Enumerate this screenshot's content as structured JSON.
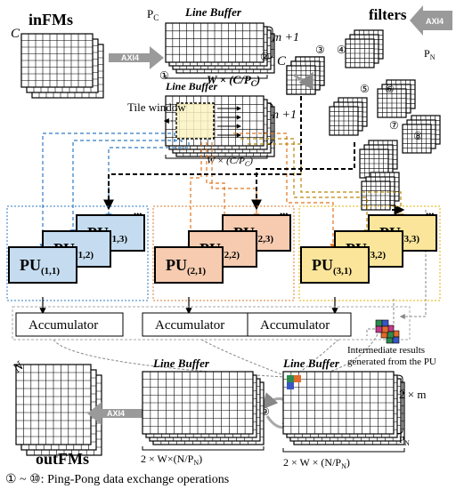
{
  "labels": {
    "inFMs": "inFMs",
    "filters": "filters",
    "outFMs": "outFMs",
    "line_buffer_top": "Line Buffer",
    "line_buffer_mid": "Line Buffer",
    "line_buffer_bottom_left": "Line Buffer",
    "line_buffer_bottom_right": "Line Buffer",
    "tile_window": "Tile window",
    "axi_in": "AXI4",
    "axi_filters": "AXI4",
    "axi_out": "AXI4",
    "C_infm": "C",
    "C_filters": "C",
    "N_outfm": "N",
    "Pc": "P",
    "Pc_sub": "C",
    "Pn_filters": "P",
    "Pn_filters_sub": "N",
    "Pn_bottom": "P",
    "Pn_bottom_sub": "N",
    "m_plus_1": "m +1",
    "n_plus_1": "n +1",
    "w_c_pc_top": "W × (C/P",
    "w_c_pc_top_sub": "C",
    "w_c_pc_top_end": ")",
    "w_c_pc_mid": "W × (C/P",
    "w_c_pc_mid_sub": "C",
    "w_c_pc_mid_end": ")",
    "two_m": "2 × m",
    "bottom_dim_left": "2 × W×(N/P",
    "bottom_dim_left_sub": "N",
    "bottom_dim_left_end": ")",
    "bottom_dim_right": "2 × W × (N/P",
    "bottom_dim_right_sub": "N",
    "bottom_dim_right_end": ")",
    "intermediate_line1": "Intermediate results",
    "intermediate_line2": "generated from the PU",
    "footnote": "① ~ ⑩: Ping-Pong data exchange operations",
    "ellipsis": "•••"
  },
  "circled_numbers": [
    "①",
    "②",
    "③",
    "④",
    "⑤",
    "⑥",
    "⑦",
    "⑧",
    "⑨",
    "⑩"
  ],
  "pu_groups": [
    {
      "color": "#c5dcf0",
      "border": "#2f7ac4",
      "arrow": "#2f7ac4",
      "units": [
        {
          "label": "PU",
          "sub": "(1,1)"
        },
        {
          "label": "PU",
          "sub": "(1,2)"
        },
        {
          "label": "PU",
          "sub": "(1,3)"
        }
      ]
    },
    {
      "color": "#f6cbb0",
      "border": "#e07a2e",
      "arrow": "#e0761e",
      "units": [
        {
          "label": "PU",
          "sub": "(2,1)"
        },
        {
          "label": "PU",
          "sub": "(2,2)"
        },
        {
          "label": "PU",
          "sub": "(2,3)"
        }
      ]
    },
    {
      "color": "#fbe59a",
      "border": "#e3b200",
      "arrow": "#b8860b",
      "units": [
        {
          "label": "PU",
          "sub": "(3,1)"
        },
        {
          "label": "PU",
          "sub": "(3,2)"
        },
        {
          "label": "PU",
          "sub": "(3,3)"
        }
      ]
    }
  ],
  "accumulators": [
    "Accumulator",
    "Accumulator",
    "Accumulator"
  ],
  "colors": {
    "tile_fill": "#fbf3c2",
    "axi_arrow": "#9a9a9a",
    "result_cells": [
      "#2d8a4e",
      "#3a55c4",
      "#c43a8a",
      "#e26a2c"
    ]
  }
}
